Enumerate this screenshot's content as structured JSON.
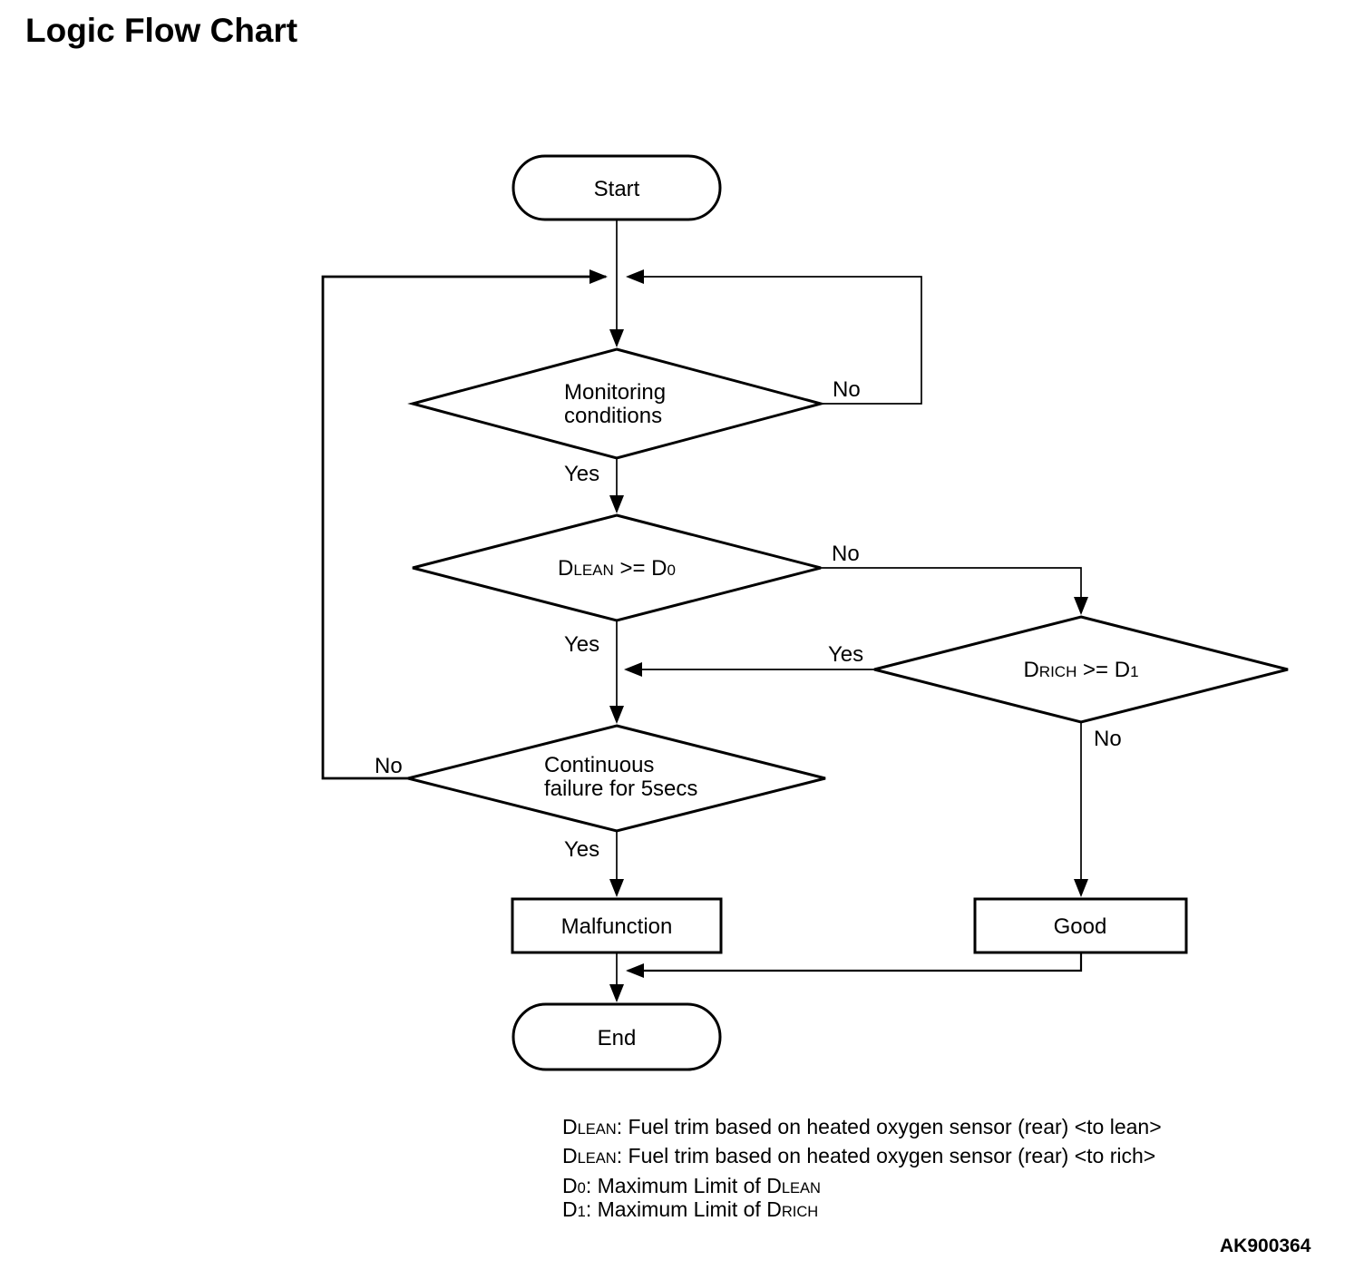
{
  "title": "Logic Flow Chart",
  "figure_code": "AK900364",
  "colors": {
    "ink": "#000000",
    "paper": "#ffffff"
  },
  "nodes": {
    "start": {
      "label": "Start"
    },
    "monitoring": {
      "line1": "Monitoring",
      "line2": "conditions"
    },
    "dlean": {
      "d1": "D",
      "s1": "LEAN",
      "op": " >= ",
      "d2": "D",
      "s2": "0"
    },
    "drich": {
      "d1": "D",
      "s1": "RICH",
      "op": " >= ",
      "d2": "D",
      "s2": "1"
    },
    "continuous": {
      "line1": "Continuous",
      "line2": "failure for 5secs"
    },
    "malfunction": {
      "label": "Malfunction"
    },
    "good": {
      "label": "Good"
    },
    "end": {
      "label": "End"
    }
  },
  "edge_labels": {
    "monitoring_no": "No",
    "monitoring_yes": "Yes",
    "dlean_no": "No",
    "dlean_yes": "Yes",
    "drich_yes": "Yes",
    "drich_no": "No",
    "continuous_no": "No",
    "continuous_yes": "Yes"
  },
  "legend": [
    {
      "d1": "D",
      "s1": "LEAN",
      "t1": ": Fuel trim based on heated oxygen sensor (rear) <to lean>"
    },
    {
      "d1": "D",
      "s1": "LEAN",
      "t1": ": Fuel trim based on heated oxygen sensor (rear) <to rich>"
    },
    {
      "d1": "D",
      "s1": "0",
      "t1": ": Maximum Limit of ",
      "d2": "D",
      "s2": "LEAN"
    },
    {
      "d1": "D",
      "s1": "1",
      "t1": ": Maximum Limit of ",
      "d2": "D",
      "s2": "RICH"
    }
  ]
}
